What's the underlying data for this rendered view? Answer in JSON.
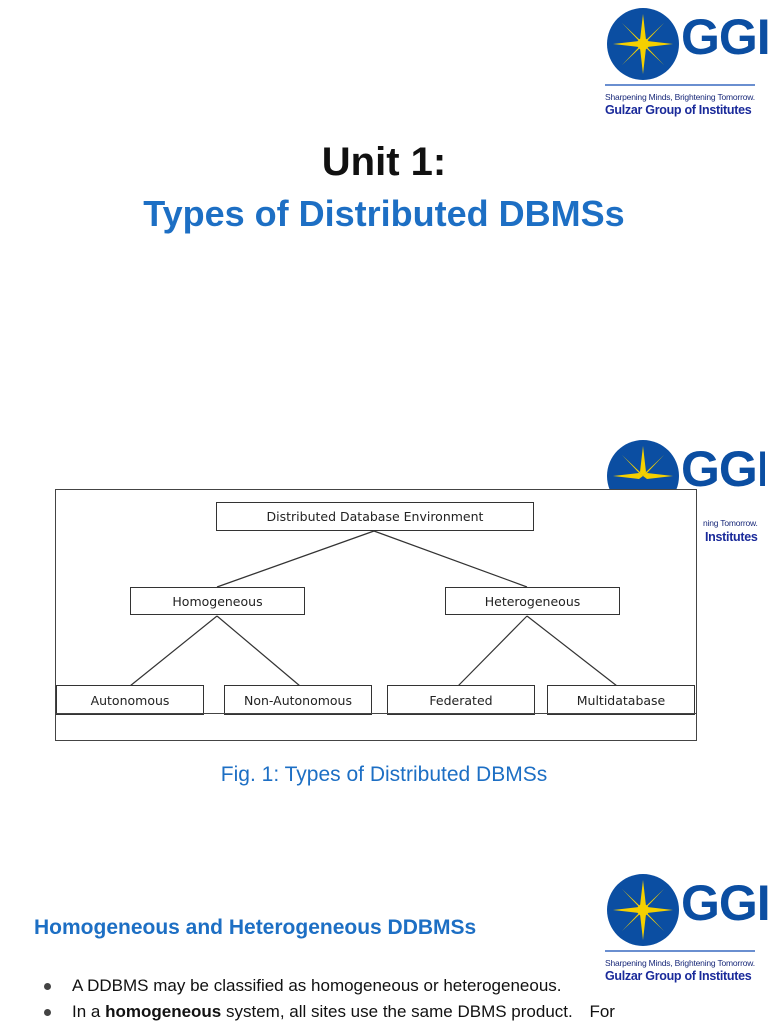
{
  "logo": {
    "name": "GGI",
    "tagline": "Sharpening Minds, Brightening Tomorrow.",
    "institute": "Gulzar Group of Institutes",
    "colors": {
      "blue": "#0b4ea2",
      "star": "#f5d000"
    }
  },
  "slide1": {
    "title_line1": "Unit 1:",
    "title_line2": "Types of Distributed DBMSs",
    "title_color": "#1d6fc4"
  },
  "slide2": {
    "logo_partial": {
      "name": "GGI",
      "tagline": "ning Tomorrow.",
      "institute": "Institutes"
    },
    "diagram": {
      "root": "Distributed Database Environment",
      "branches": [
        "Homogeneous",
        "Heterogeneous"
      ],
      "leaves": [
        "Autonomous",
        "Non-Autonomous",
        "Federated",
        "Multidatabase"
      ]
    },
    "caption": "Fig. 1: Types of Distributed DBMSs"
  },
  "slide3": {
    "heading": "Homogeneous and Heterogeneous DDBMSs",
    "bullets": [
      {
        "text": "A DDBMS may be classified as homogeneous or heterogeneous."
      },
      {
        "pre": "In a ",
        "bold": "homogeneous",
        "post": " system, all sites use the same DBMS product.",
        "tail": "For"
      }
    ]
  }
}
